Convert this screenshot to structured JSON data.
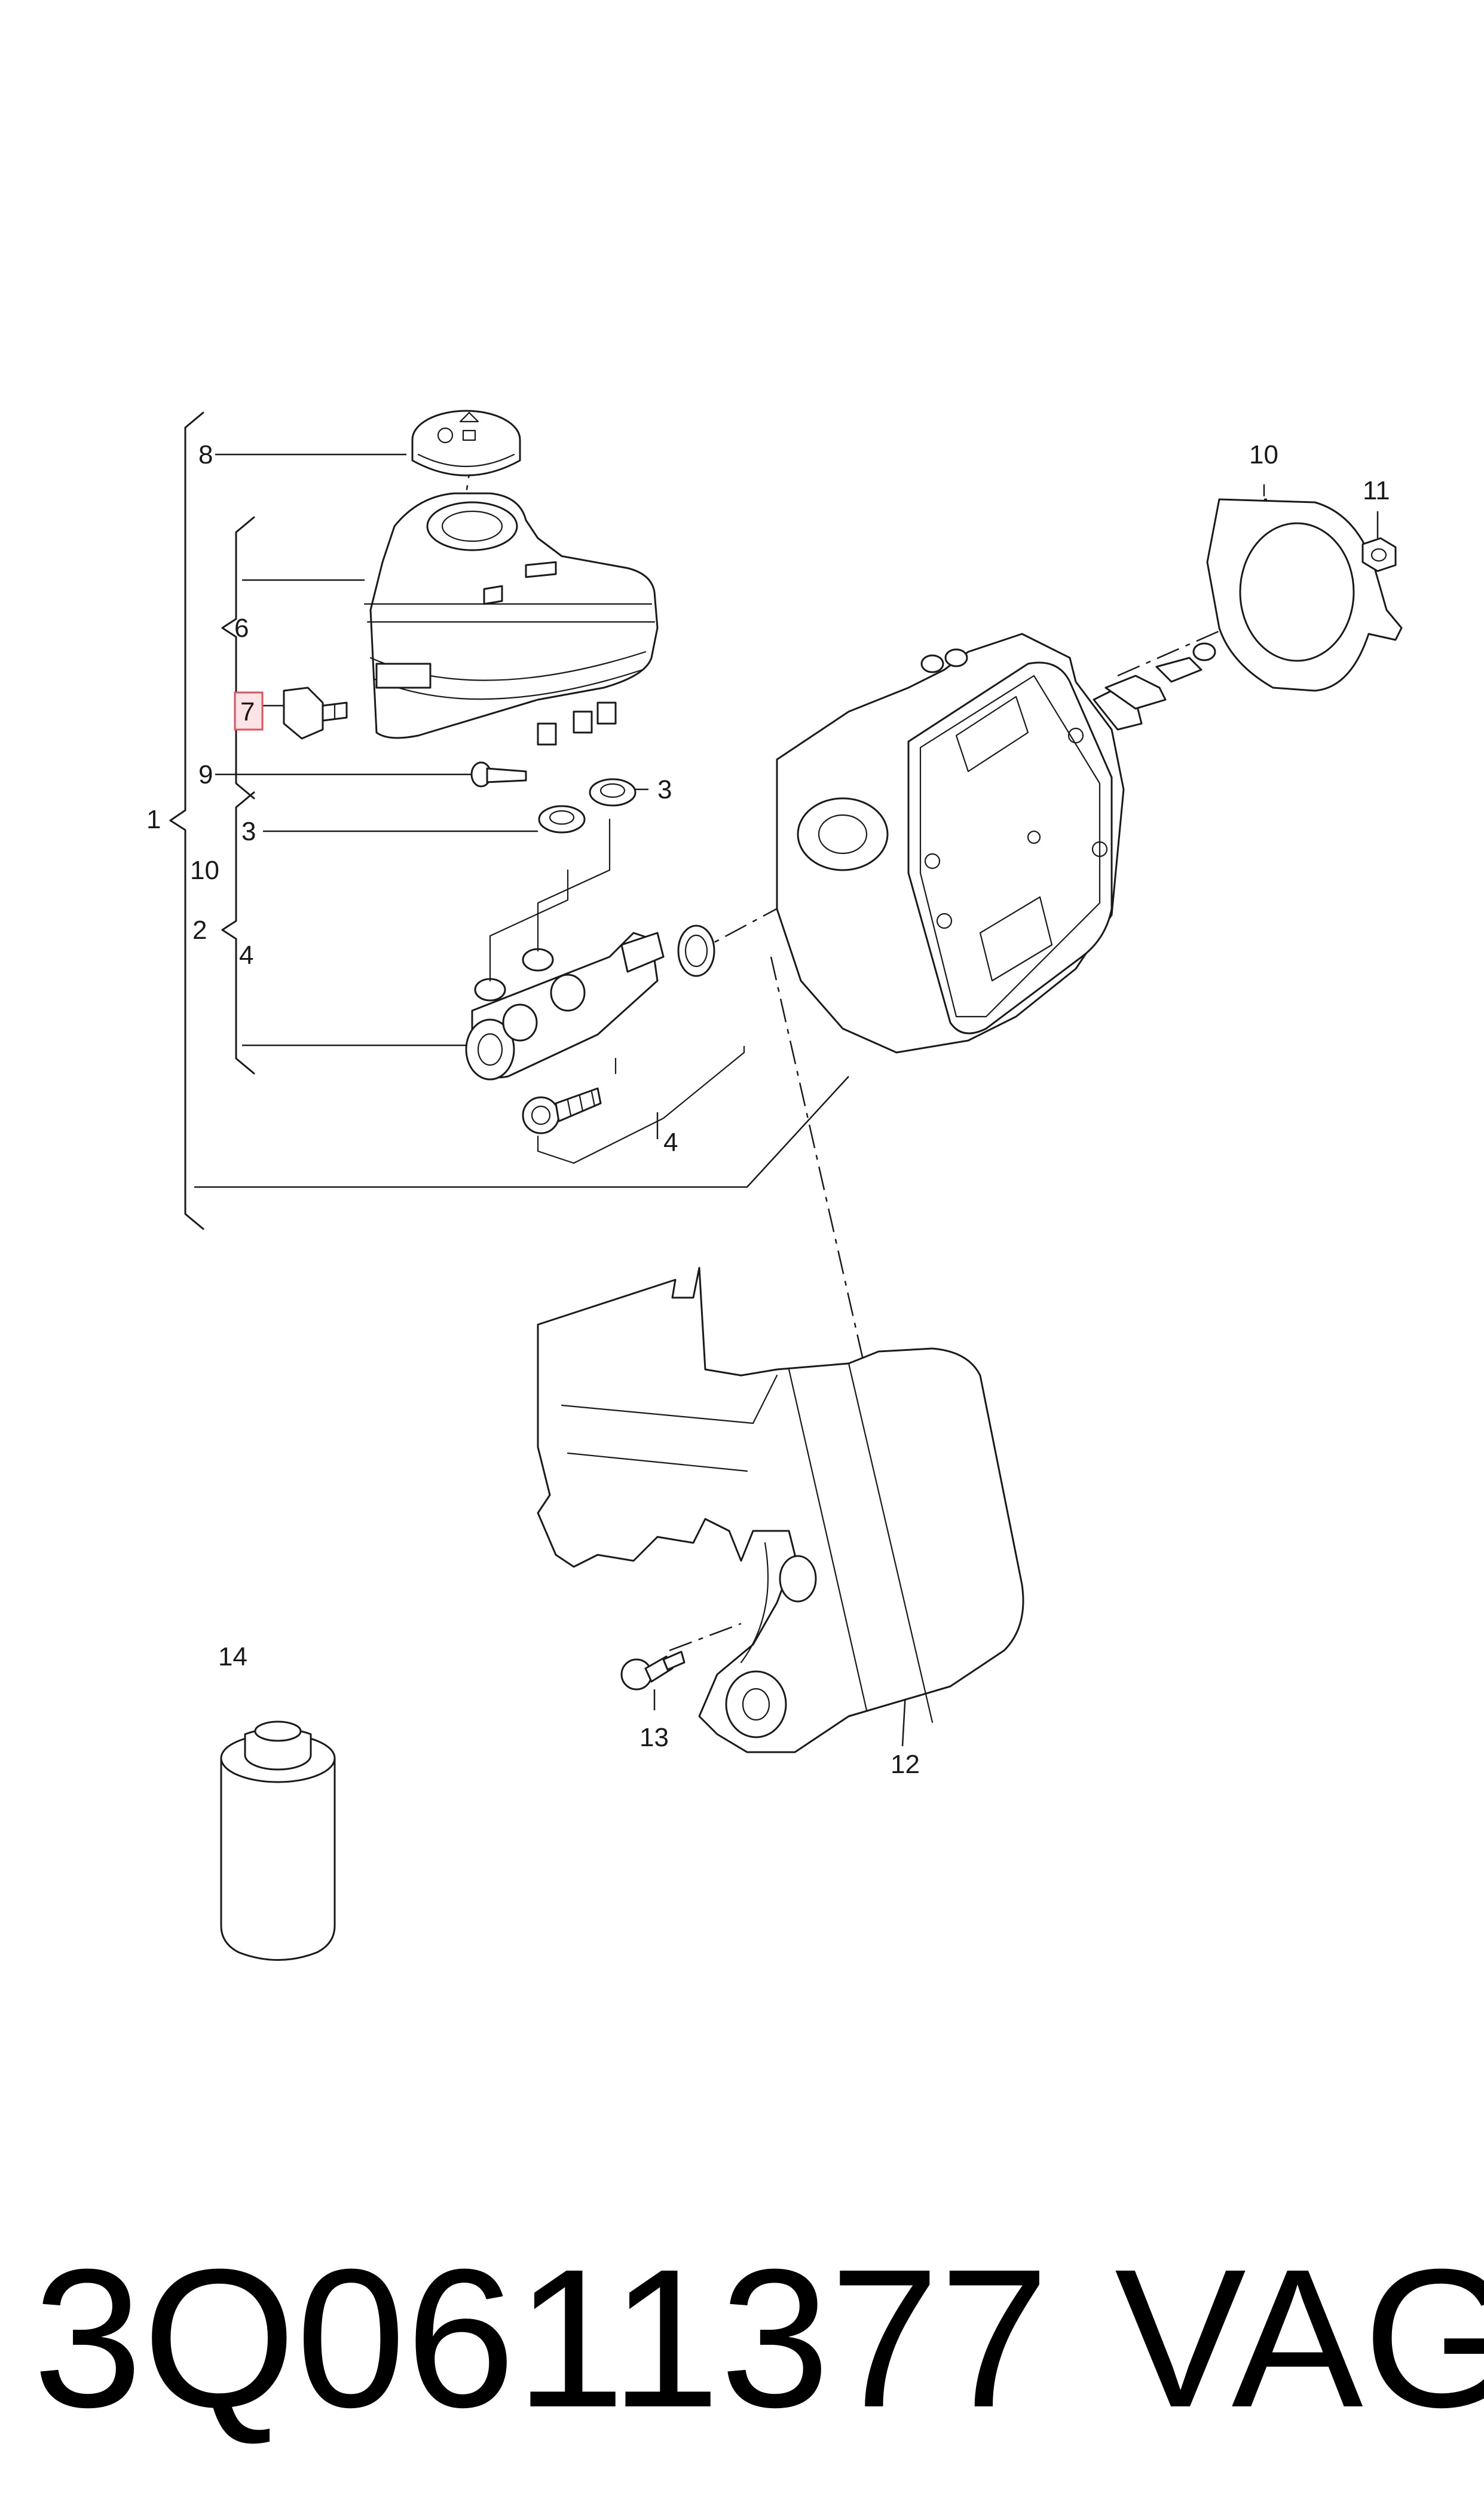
{
  "diagram": {
    "callouts": [
      {
        "id": "c1",
        "label": "1"
      },
      {
        "id": "c2",
        "label": "2"
      },
      {
        "id": "c3a",
        "label": "3"
      },
      {
        "id": "c3b",
        "label": "3"
      },
      {
        "id": "c4a",
        "label": "4"
      },
      {
        "id": "c4b",
        "label": "4"
      },
      {
        "id": "c6",
        "label": "6"
      },
      {
        "id": "c7",
        "label": "7",
        "highlighted": true
      },
      {
        "id": "c8",
        "label": "8"
      },
      {
        "id": "c9",
        "label": "9"
      },
      {
        "id": "c10a",
        "label": "10"
      },
      {
        "id": "c10b",
        "label": "10"
      },
      {
        "id": "c11",
        "label": "11"
      },
      {
        "id": "c12",
        "label": "12"
      },
      {
        "id": "c13",
        "label": "13"
      },
      {
        "id": "c14",
        "label": "14"
      }
    ],
    "highlight_color": "#e0515e"
  },
  "footer": {
    "part_number": "3Q0611377",
    "brand": "VAG"
  }
}
